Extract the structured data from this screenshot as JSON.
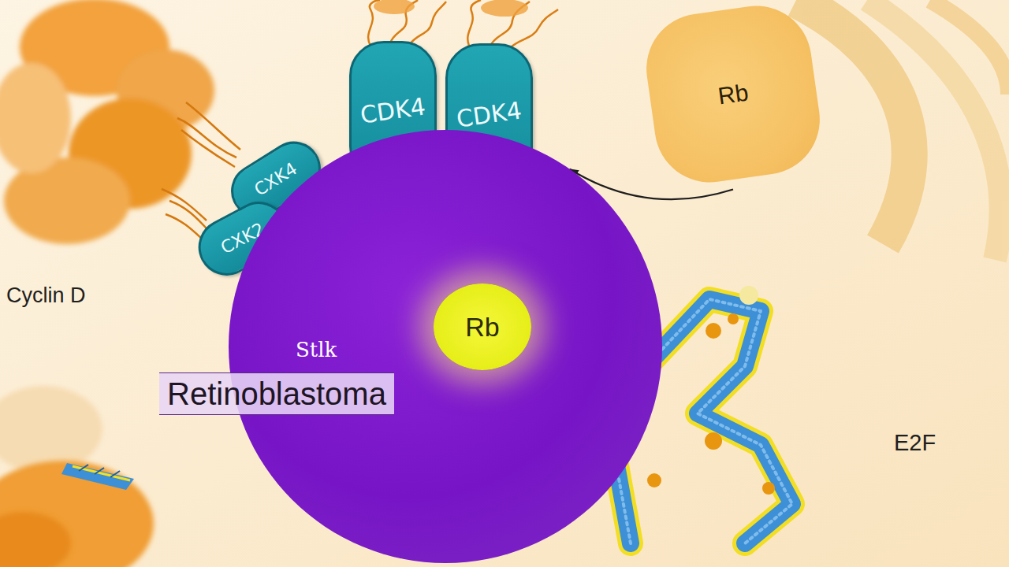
{
  "diagram": {
    "nodes": [
      {
        "text": [
          "CDK4"
        ]
      },
      {
        "text": [
          "CDK4"
        ]
      },
      {
        "text": [
          "Rb"
        ]
      },
      {
        "text": [
          "CXK4"
        ]
      },
      {
        "text": [
          "CXK2"
        ]
      },
      {
        "text": [
          "Stlk",
          "Retinoblastoma"
        ]
      },
      {
        "text": [
          "Rb"
        ],
        "in": 5
      }
    ],
    "edges": [
      {
        "from": 2,
        "to": 5,
        "arrow": "to"
      }
    ],
    "labels": [
      "Cyclin D",
      "E2F"
    ]
  }
}
